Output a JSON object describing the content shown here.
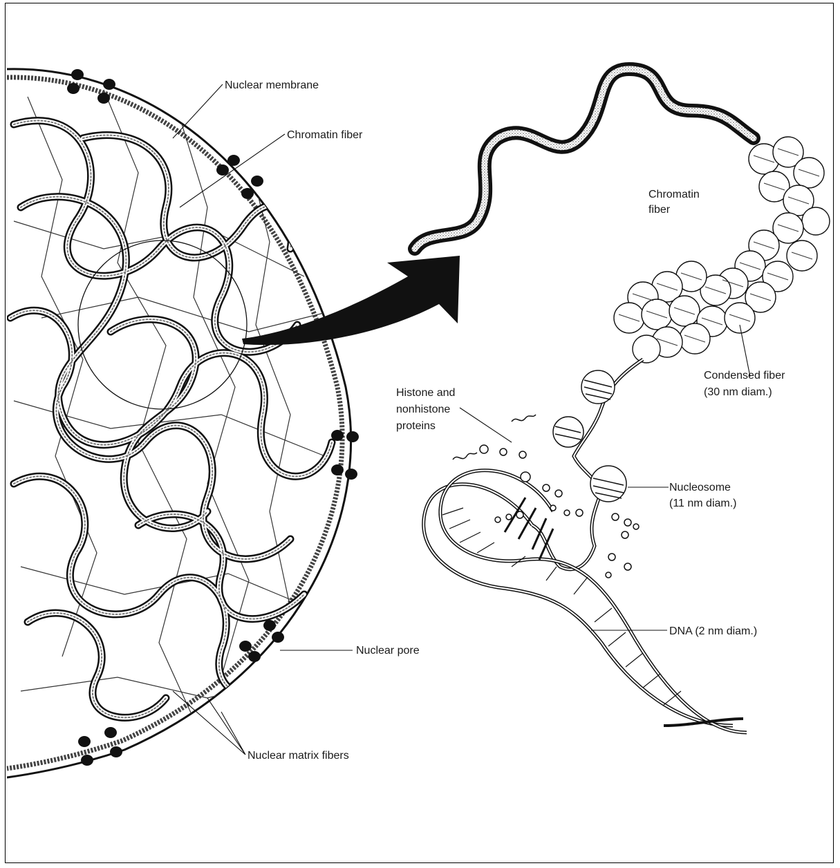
{
  "labels": {
    "nuclear_membrane": "Nuclear membrane",
    "chromatin_fiber_left": "Chromatin fiber",
    "chromatin_fiber_right_line1": "Chromatin",
    "chromatin_fiber_right_line2": "fiber",
    "condensed_fiber_line1": "Condensed fiber",
    "condensed_fiber_line2": "(30 nm diam.)",
    "histone_line1": "Histone and",
    "histone_line2": "nonhistone",
    "histone_line3": "proteins",
    "nucleosome_line1": "Nucleosome",
    "nucleosome_line2": "(11 nm diam.)",
    "dna": "DNA (2 nm diam.)",
    "nuclear_pore": "Nuclear pore",
    "nuclear_matrix_fibers": "Nuclear matrix fibers"
  },
  "colors": {
    "ink": "#111111",
    "paper": "#ffffff",
    "stipple": "#6b6b6b"
  }
}
